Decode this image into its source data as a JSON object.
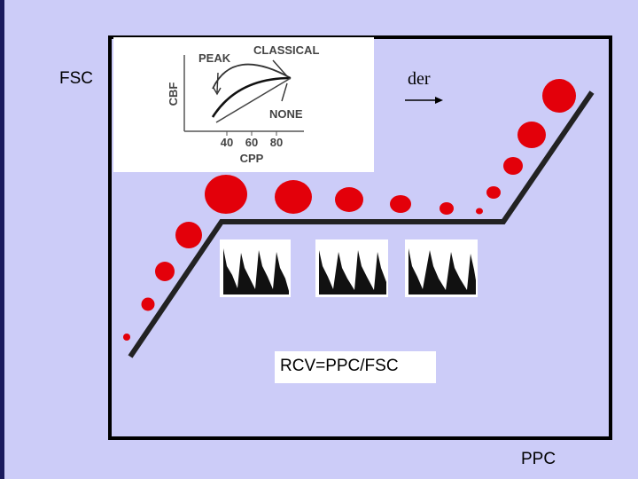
{
  "labels": {
    "y_axis": "FSC",
    "x_axis": "PPC",
    "direction": "der",
    "formula": "RCV=PPC/FSC"
  },
  "inset": {
    "y_label": "CBF",
    "x_label": "CPP",
    "ticks": [
      "40",
      "60",
      "80"
    ],
    "curves": [
      "PEAK",
      "CLASSICAL",
      "NONE"
    ]
  },
  "colors": {
    "background": "#ccccf8",
    "dot": "#e3000a",
    "line": "#222222"
  },
  "icons": {
    "arrow": "arrow-right-icon",
    "waveform": "waveform-trace-icon"
  }
}
